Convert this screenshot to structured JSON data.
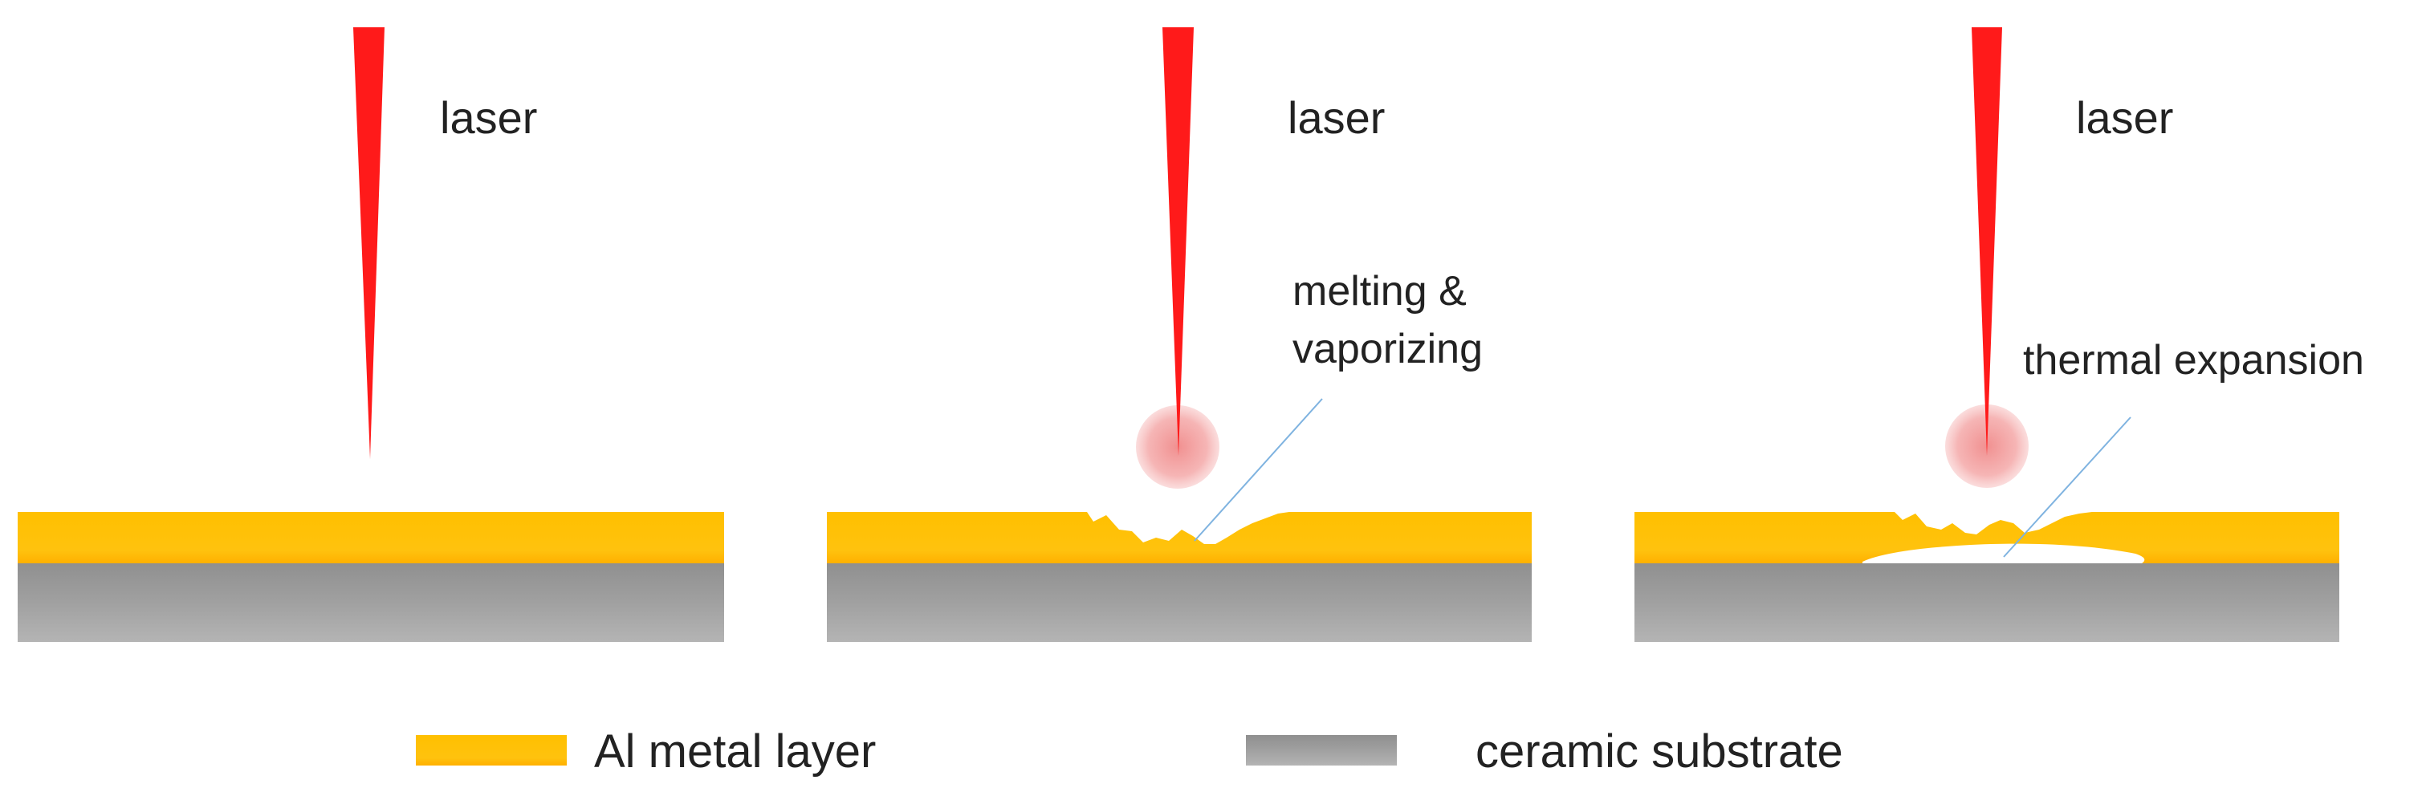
{
  "colors": {
    "laser_beam": "#ff1a1a",
    "laser_spot": "#f4a3a3",
    "metal_layer": "#ffc20e",
    "substrate": "#9a9a9a",
    "gap": "#ffffff",
    "leader_line": "#7fb3e0"
  },
  "panels": [
    {
      "laser_label": "laser",
      "annotation": ""
    },
    {
      "laser_label": "laser",
      "annotation_line1": "melting &",
      "annotation_line2": "vaporizing"
    },
    {
      "laser_label": "laser",
      "annotation": "thermal expansion"
    }
  ],
  "legend": {
    "metal_label": "Al metal layer",
    "substrate_label": "ceramic substrate"
  }
}
